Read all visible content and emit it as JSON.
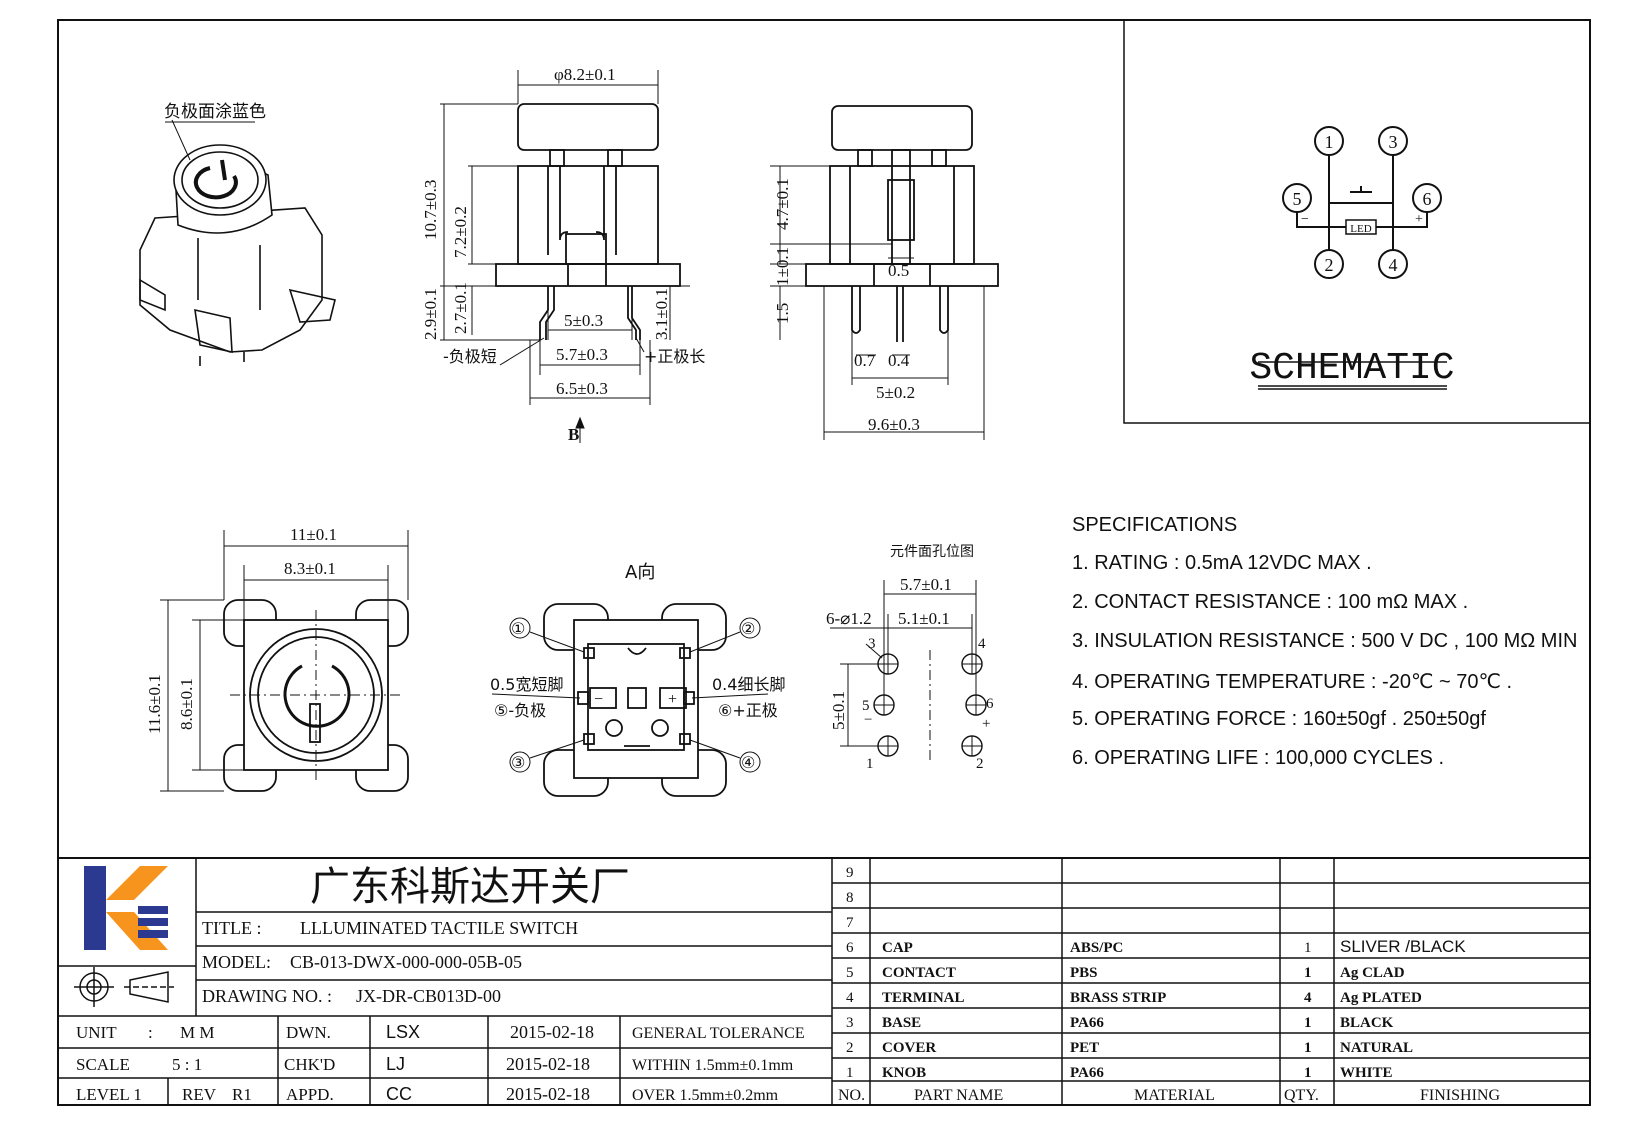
{
  "sheet": {
    "schematic_title": "SCHEMATIC",
    "schematic_pins": [
      "1",
      "2",
      "3",
      "4",
      "5",
      "6"
    ],
    "schematic_led": "LED",
    "schematic_minus": "−",
    "schematic_plus": "+",
    "iso_note": "负极面涂蓝色",
    "front": {
      "d_cap": "φ8.2±0.1",
      "h_total": "10.7±0.3",
      "h_body": "7.2±0.2",
      "h_pin_left": "2.9±0.1",
      "h_pin_left2": "2.7±0.1",
      "h_pin_right": "3.1±0.1",
      "w_inner": "5±0.3",
      "w_mid": "5.7±0.3",
      "w_outer": "6.5±0.3",
      "neg_pin": "-负极短",
      "pos_pin": "+正极长",
      "view_b": "B"
    },
    "side": {
      "h_top": "4.7±0.1",
      "h_step": "1±0.1",
      "h_pin": "1.5",
      "gap": "0.5",
      "pin_w1": "0.7",
      "pin_w2": "0.4",
      "pitch": "5±0.2",
      "width": "9.6±0.3"
    },
    "top": {
      "w_outer": "11±0.1",
      "w_inner": "8.3±0.1",
      "h_outer": "11.6±0.1",
      "h_inner": "8.6±0.1"
    },
    "bottom": {
      "title": "A向",
      "p1": "①",
      "p2": "②",
      "p3": "③",
      "p4": "④",
      "note_left1": "0.5宽短脚",
      "note_left2": "⑤-负极",
      "note_right1": "0.4细长脚",
      "note_right2": "⑥+正极",
      "minus": "−",
      "plus": "+"
    },
    "pcb": {
      "title": "元件面孔位图",
      "w1": "5.7±0.1",
      "w2": "5.1±0.1",
      "holes": "6-⌀1.2",
      "h": "5±0.1",
      "n1": "1",
      "n2": "2",
      "n3": "3",
      "n4": "4",
      "n5": "5",
      "n6": "6",
      "minus": "−",
      "plus": "+"
    }
  },
  "specs": {
    "heading": "SPECIFICATIONS",
    "items": [
      "1. RATING : 0.5mA 12VDC MAX .",
      "2. CONTACT RESISTANCE : 100 mΩ MAX .",
      "3. INSULATION RESISTANCE : 500 V DC , 100 MΩ MIN",
      "4. OPERATING TEMPERATURE : -20℃ ~ 70℃ .",
      "5. OPERATING FORCE : 160±50gf . 250±50gf",
      "6. OPERATING LIFE : 100,000 CYCLES ."
    ]
  },
  "titleblock": {
    "company": "广东科斯达开关厂",
    "title_label": "TITLE :",
    "title_value": "LLLUMINATED TACTILE SWITCH",
    "model_label": "MODEL:",
    "model_value": "CB-013-DWX-000-000-05B-05",
    "drawing_label": "DRAWING NO. :",
    "drawing_value": "JX-DR-CB013D-00",
    "unit_label": "UNIT",
    "unit_sep": ":",
    "unit_value": "M M",
    "scale_label": "SCALE",
    "scale_value": "5 : 1",
    "level_label": "LEVEL 1",
    "rev_label": "REV",
    "rev_value": "R1",
    "dwn": "DWN.",
    "dwn_name": "LSX",
    "dwn_date": "2015-02-18",
    "chk": "CHK'D",
    "chk_name": "LJ",
    "chk_date": "2015-02-18",
    "appd": "APPD.",
    "appd_name": "CC",
    "appd_date": "2015-02-18",
    "tol_title": "GENERAL TOLERANCE",
    "tol_within": "WITHIN 1.5mm±0.1mm",
    "tol_over": "OVER  1.5mm±0.2mm"
  },
  "bom": {
    "headers": {
      "no": "NO.",
      "part": "PART  NAME",
      "material": "MATERIAL",
      "qty": "QTY.",
      "finish": "FINISHING"
    },
    "rows": [
      {
        "no": "9",
        "part": "",
        "material": "",
        "qty": "",
        "finish": ""
      },
      {
        "no": "8",
        "part": "",
        "material": "",
        "qty": "",
        "finish": ""
      },
      {
        "no": "7",
        "part": "",
        "material": "",
        "qty": "",
        "finish": ""
      },
      {
        "no": "6",
        "part": "CAP",
        "material": "ABS/PC",
        "qty": "1",
        "finish": "SLIVER /BLACK"
      },
      {
        "no": "5",
        "part": "CONTACT",
        "material": "PBS",
        "qty": "1",
        "finish": "Ag CLAD"
      },
      {
        "no": "4",
        "part": "TERMINAL",
        "material": "BRASS STRIP",
        "qty": "4",
        "finish": "Ag PLATED"
      },
      {
        "no": "3",
        "part": "BASE",
        "material": "PA66",
        "qty": "1",
        "finish": "BLACK"
      },
      {
        "no": "2",
        "part": "COVER",
        "material": "PET",
        "qty": "1",
        "finish": "NATURAL"
      },
      {
        "no": "1",
        "part": "KNOB",
        "material": "PA66",
        "qty": "1",
        "finish": "WHITE"
      }
    ]
  },
  "colors": {
    "logo_blue": "#2b3990",
    "logo_orange": "#f7941d",
    "line": "#111111"
  }
}
